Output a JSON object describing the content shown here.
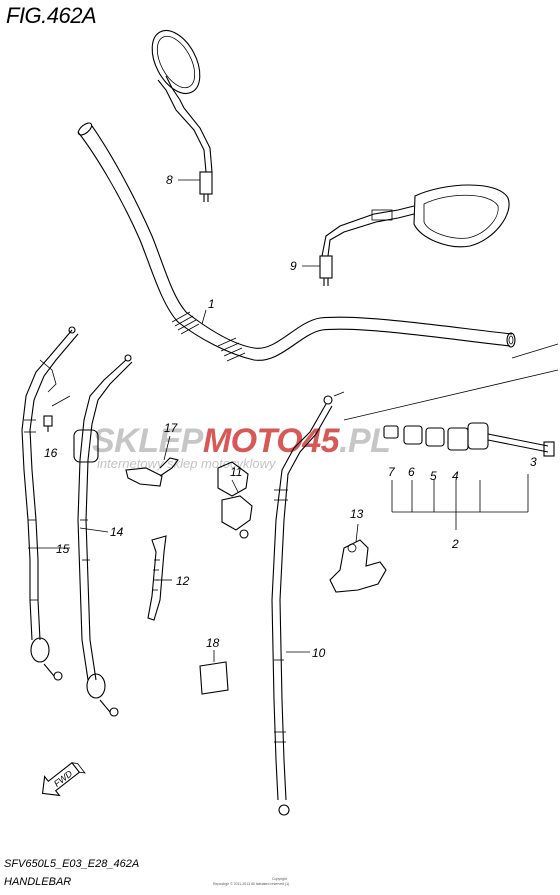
{
  "figure": {
    "title": "FIG.462A",
    "code": "SFV650L5_E03_E28_462A",
    "name": "HANDLEBAR",
    "copyright_top": "Copyright",
    "copyright_text": "Repostrgh © 2011-2013 All fabuated reserved (1)"
  },
  "watermark": {
    "part1": "SKLEP",
    "part2": "MOTO",
    "part3": "45",
    "suffix": ".PL",
    "subtitle": "internetowy sklep motocyklowy",
    "color_gray": "#bdbdbd",
    "color_red": "#d23a3a"
  },
  "labels": {
    "p1": "1",
    "p2": "2",
    "p3": "3",
    "p4": "4",
    "p5": "5",
    "p6": "6",
    "p7": "7",
    "p8": "8",
    "p9": "9",
    "p10": "10",
    "p11": "11",
    "p12": "12",
    "p13": "13",
    "p14": "14",
    "p15": "15",
    "p16": "16",
    "p17": "17",
    "p18": "18"
  },
  "fwd_label": "FWD",
  "icons": [
    "fwd-arrow-icon"
  ]
}
